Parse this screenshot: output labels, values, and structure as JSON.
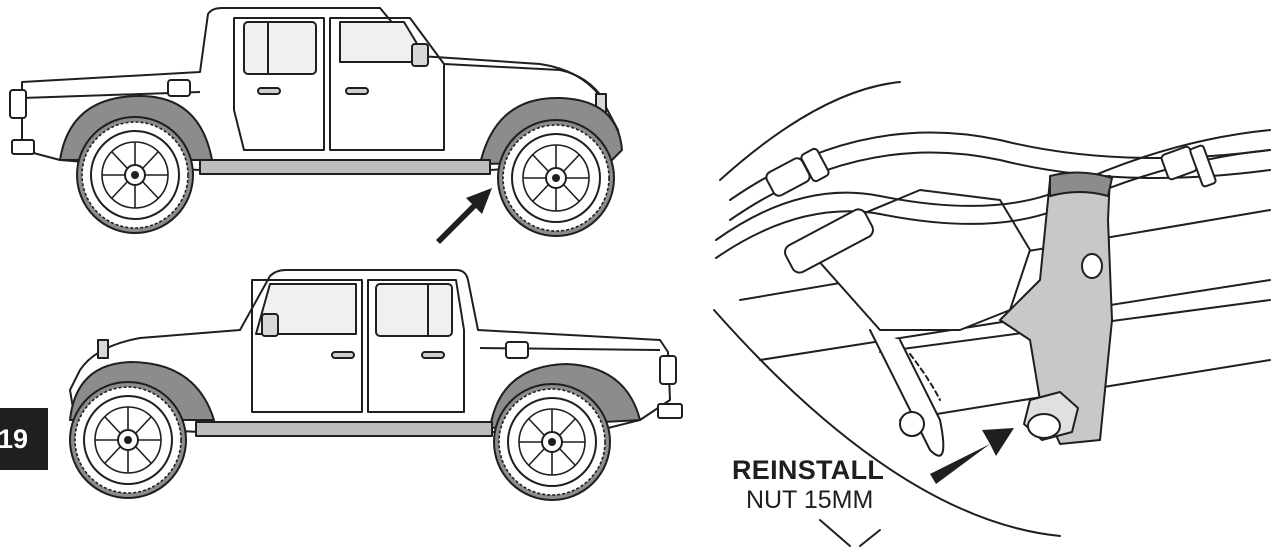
{
  "step": {
    "number": "19"
  },
  "callout": {
    "action": "REINSTALL",
    "detail": "NUT 15MM"
  },
  "colors": {
    "ink": "#1f1f1f",
    "fender": "#8c8c8c",
    "paper": "#ffffff",
    "metal": "#c8c8c8"
  },
  "icons": [
    "arrow-icon"
  ]
}
